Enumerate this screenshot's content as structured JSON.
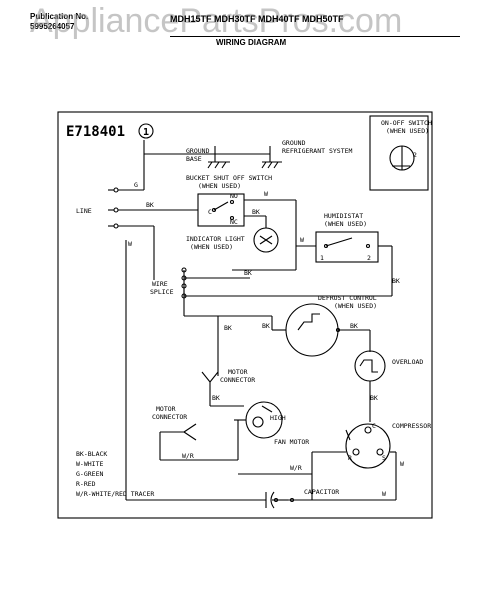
{
  "header": {
    "publication_label": "Publication No.",
    "publication_number": "5995264057",
    "watermark": "AppliancePartsPros.com",
    "models": "MDH15TF  MDH30TF  MDH40TF  MDH50TF",
    "doc_title": "WIRING DIAGRAM"
  },
  "diagram": {
    "code": "E718401",
    "code_number": "1",
    "onoff_switch": [
      "ON-OFF SWITCH",
      "(WHEN USED)"
    ],
    "onoff_terminal": "2",
    "ground_base": [
      "GROUND",
      "BASE"
    ],
    "ground_refrigerant": [
      "GROUND",
      "REFRIGERANT SYSTEM"
    ],
    "bucket_switch": [
      "BUCKET SHUT OFF SWITCH",
      "(WHEN USED)"
    ],
    "switch_c": "C",
    "switch_no": "NO",
    "switch_nc": "NC",
    "line_label": "LINE",
    "wire_g": "G",
    "wire_bk": "BK",
    "wire_w": "W",
    "wire_wr": "W/R",
    "humidistat": [
      "HUMIDISTAT",
      "(WHEN USED)"
    ],
    "humid_1": "1",
    "humid_2": "2",
    "indicator_light": [
      "INDICATOR LIGHT",
      "(WHEN USED)"
    ],
    "wire_splice": [
      "WIRE",
      "SPLICE"
    ],
    "defrost_control": [
      "DEFROST CONTROL",
      "(WHEN USED)"
    ],
    "overload": "OVERLOAD",
    "motor_connector_1": [
      "MOTOR",
      "CONNECTOR"
    ],
    "motor_connector_2": [
      "MOTOR",
      "CONNECTOR"
    ],
    "high": "HIGH",
    "fan_motor": "FAN MOTOR",
    "compressor": "COMPRESSOR",
    "comp_c": "C",
    "comp_r": "R",
    "comp_s": "S",
    "capacitor": "CAPACITOR",
    "legend": [
      "BK-BLACK",
      "W-WHITE",
      "G-GREEN",
      "R-RED",
      "W/R-WHITE/RED TRACER"
    ]
  }
}
